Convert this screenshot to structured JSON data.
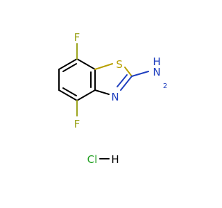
{
  "molecule": {
    "atoms": {
      "f_top": "F",
      "f_bottom": "F",
      "s": "S",
      "n_ring": "N",
      "nh2_h": "H",
      "nh2_n": "N",
      "nh2_sub": "2",
      "cl": "Cl",
      "h": "H"
    },
    "colors": {
      "carbon_bond": "#000000",
      "fluorine": "#9ca41e",
      "sulfur": "#b8a000",
      "nitrogen": "#1f3fbf",
      "chlorine": "#22a022",
      "hydrogen": "#000000"
    }
  }
}
